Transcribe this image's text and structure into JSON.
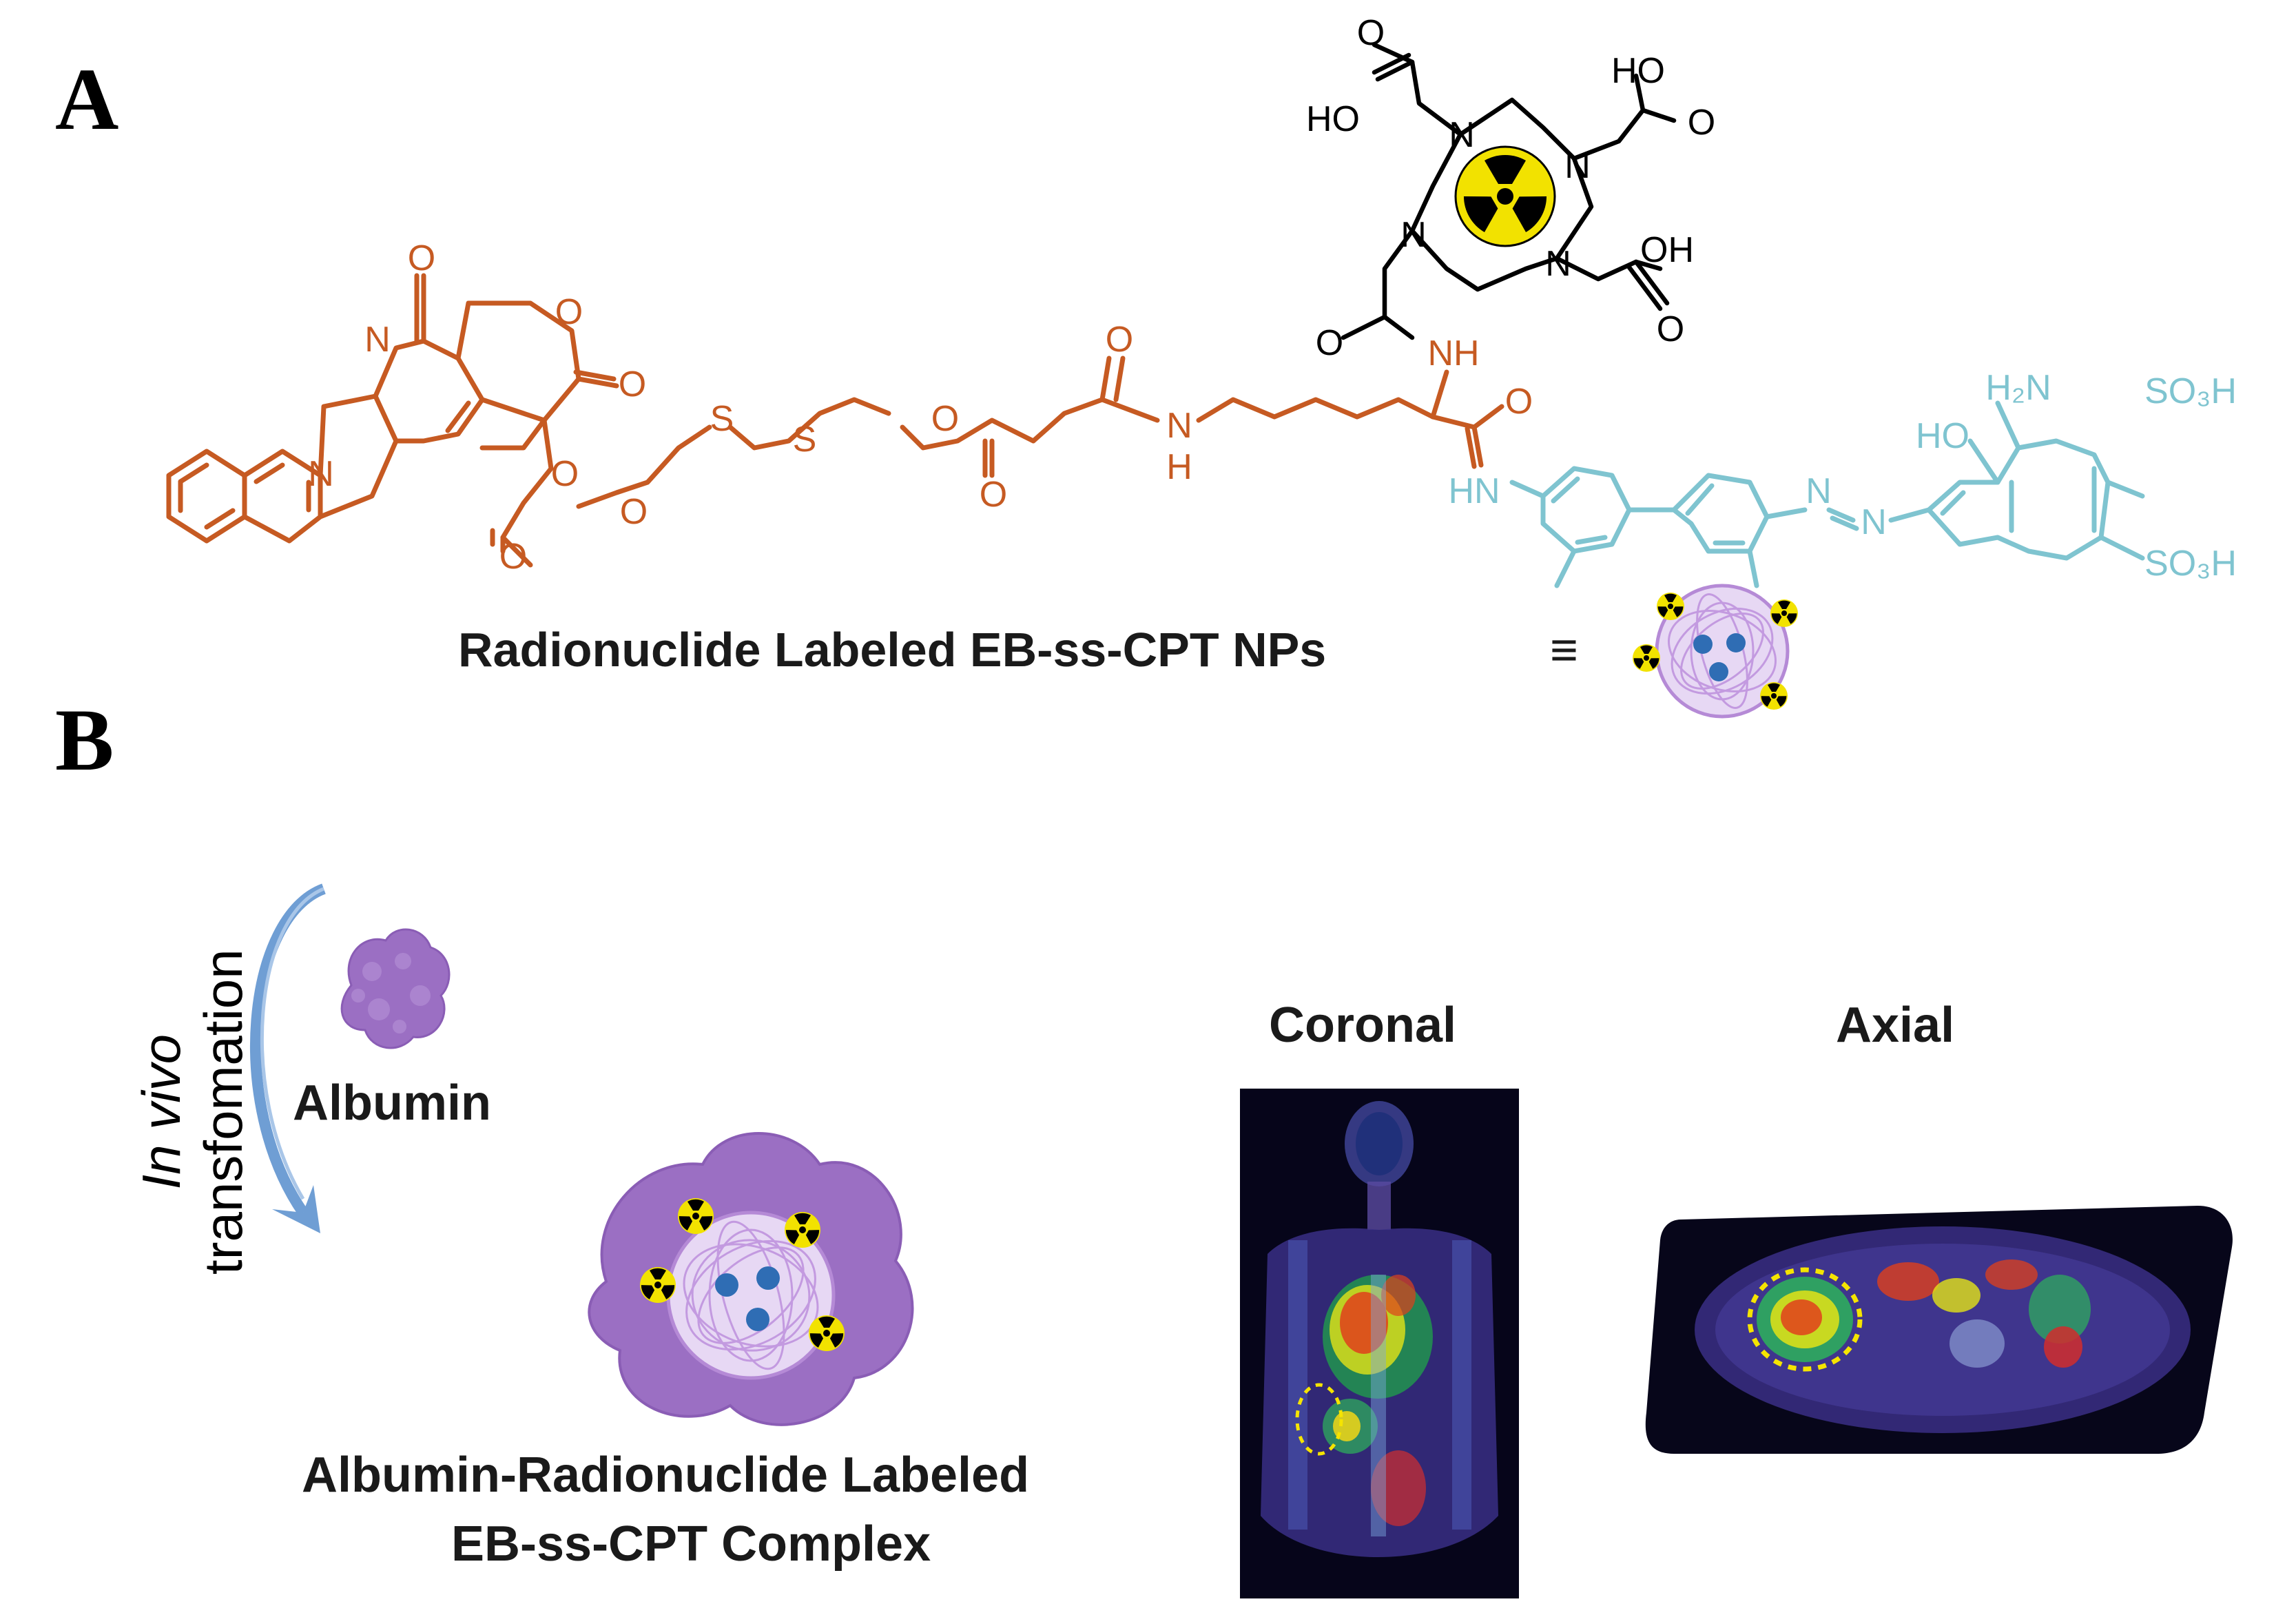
{
  "panels": {
    "a": "A",
    "b": "B"
  },
  "structure": {
    "atoms": {
      "o": "O",
      "n": "N",
      "s": "S",
      "nh": "NH",
      "h": "H",
      "hn": "HN",
      "oh": "OH",
      "ho": "HO",
      "h2n": "H₂N",
      "so3h": "SO₃H",
      "n2": "N"
    }
  },
  "captions": {
    "np_label": "Radionuclide Labeled EB-ss-CPT NPs",
    "equiv": "≡",
    "in_vivo_italic": "In vivo",
    "transformation": "transfomation",
    "albumin": "Albumin",
    "complex_line1": "Albumin-Radionuclide Labeled",
    "complex_line2": "EB-ss-CPT Complex",
    "coronal": "Coronal",
    "axial": "Axial"
  },
  "colors": {
    "camptothecin": "#c65a22",
    "evans_blue": "#7fc4d0",
    "chelator": "#000000",
    "radiation_yellow": "#f2e200",
    "nanoparticle": "#b58ad6",
    "albumin": "#9b6fc3",
    "arrow": "#6f9ed4",
    "tumor_outline": "#f5e400"
  },
  "icons": {
    "radiation": "radiation-trefoil-icon",
    "nanoparticle": "nanoparticle-icon",
    "albumin": "albumin-protein-icon",
    "arrow": "curved-arrow-icon"
  }
}
